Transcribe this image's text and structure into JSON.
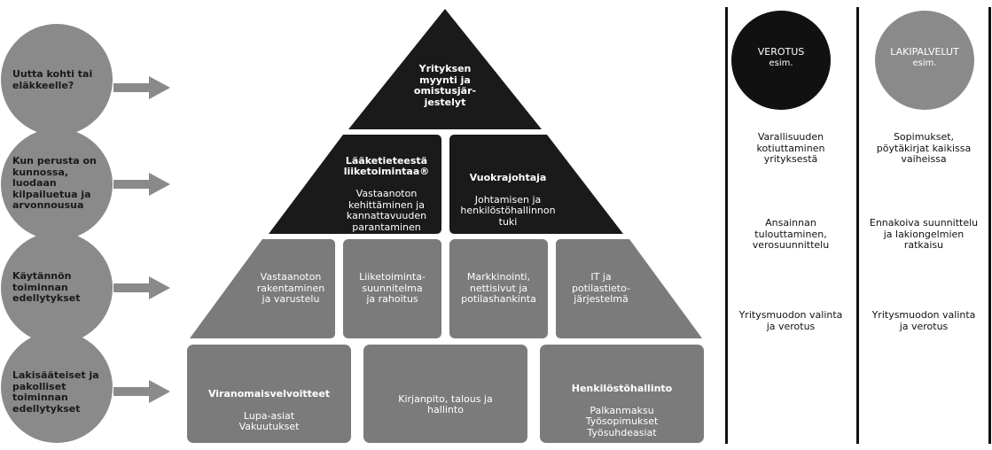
{
  "colors": {
    "dark": "#1a1a1a",
    "mid": "#7b7b7b",
    "circle": "#8a8a8a",
    "light": "#9a9a9a"
  },
  "left_circles": [
    {
      "text": "Uutta kohti tai\neläkkeelle?"
    },
    {
      "text": "Kun perusta on\nkunnossa,\nluodaan\nkilpailuetua ja\narvonnousua"
    },
    {
      "text": "Käytännön\ntoiminnan\nedellytykset"
    },
    {
      "text": "Lakisääteiset ja\npakolliset\ntoiminnan\nedellytykset"
    }
  ],
  "pyramid": {
    "top": {
      "text": "Yrityksen\nmyynti ja\nomistusjär-\njestelyt"
    },
    "level2": [
      {
        "title": "Lääketieteestä\nliiketoimintaa®",
        "text": "Vastaanoton\nkehittäminen ja\nkannattavuuden\nparantaminen"
      },
      {
        "title": "Vuokrajohtaja",
        "text": "Johtamisen ja\nhenkilöstöhallinnon\ntuki"
      }
    ],
    "level3": [
      {
        "text": "Vastaanoton\nrakentaminen\nja varustelu"
      },
      {
        "text": "Liiketoiminta-\nsuunnitelma\nja rahoitus"
      },
      {
        "text": "Markkinointi,\nnettisivut ja\npotilashankinta"
      },
      {
        "text": "IT ja\npotilastieto-\njärjestelmä"
      }
    ],
    "level4": [
      {
        "title": "Viranomaisvelvoitteet",
        "text": "Lupa-asiat\nVakuutukset"
      },
      {
        "title": "",
        "text": "Kirjanpito, talous ja\nhallinto"
      },
      {
        "title": "Henkilöstöhallinto",
        "text": "Palkanmaksu\nTyösopimukset\nTyösuhdeasiat"
      }
    ]
  },
  "columns": [
    {
      "title": "VEROTUS",
      "sub": "esim.",
      "items": [
        "Varallisuuden\nkotiuttaminen\nyrityksestä",
        "Ansainnan\ntulouttaminen,\nverosuunnittelu",
        "Yritysmuodon valinta\nja verotus"
      ]
    },
    {
      "title": "LAKIPALVELUT",
      "sub": "esim.",
      "items": [
        "Sopimukset,\npöytäkirjat kaikissa\nvaiheissa",
        "Ennakoiva suunnittelu\nja lakiongelmien\nratkaisu",
        "Yritysmuodon valinta\nja verotus"
      ]
    }
  ]
}
